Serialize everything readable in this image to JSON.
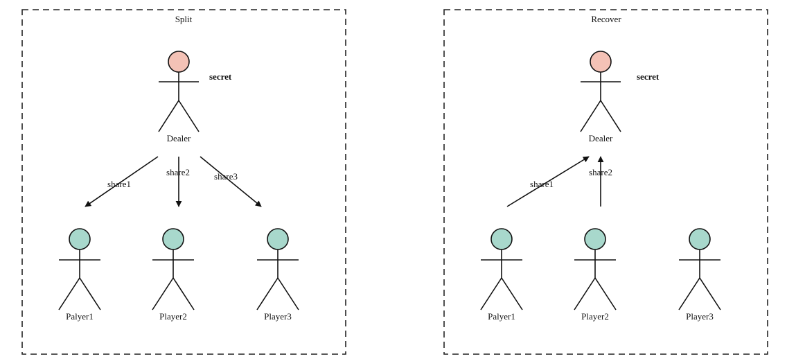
{
  "colors": {
    "dealer_head": "#f4c2b6",
    "player_head": "#a8d8cc",
    "stroke": "#111111"
  },
  "split": {
    "title": "Split",
    "dealer": {
      "label": "Dealer",
      "annotation": "secret"
    },
    "players": [
      {
        "label": "Palyer1"
      },
      {
        "label": "Player2"
      },
      {
        "label": "Player3"
      }
    ],
    "edges": [
      {
        "label": "share1"
      },
      {
        "label": "share2"
      },
      {
        "label": "share3"
      }
    ]
  },
  "recover": {
    "title": "Recover",
    "dealer": {
      "label": "Dealer",
      "annotation": "secret"
    },
    "players": [
      {
        "label": "Palyer1"
      },
      {
        "label": "Player2"
      },
      {
        "label": "Player3"
      }
    ],
    "edges": [
      {
        "label": "share1"
      },
      {
        "label": "share2"
      }
    ]
  }
}
